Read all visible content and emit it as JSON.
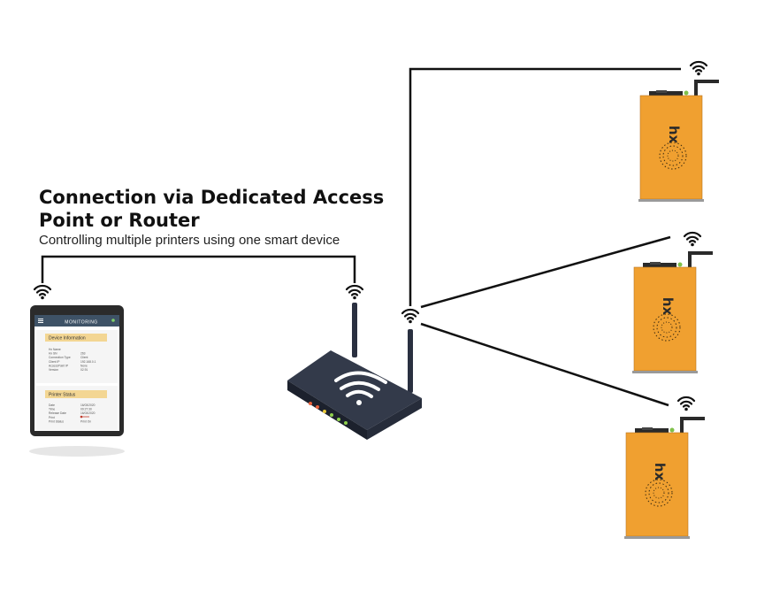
{
  "heading": {
    "title": "Connection via Dedicated Access Point or Router",
    "subtitle": "Controlling multiple printers using one smart device"
  },
  "tablet": {
    "header": "MONITORING",
    "device_section": "Device Information",
    "device_rows": [
      {
        "label": "Hx Name",
        "value": ""
      },
      {
        "label": "Hx SN",
        "value": "263"
      },
      {
        "label": "Connection Type",
        "value": "Client"
      },
      {
        "label": "Client IP",
        "value": "192.168.0.1"
      },
      {
        "label": "AccessPoint IP",
        "value": "None"
      },
      {
        "label": "Version",
        "value": "02.91"
      }
    ],
    "status_section": "Printer Status",
    "status_rows": [
      {
        "label": "Date",
        "value": "16/03/2020"
      },
      {
        "label": "Time",
        "value": "09:27:30"
      },
      {
        "label": "Release Date",
        "value": "16/03/2020"
      },
      {
        "label": "Print",
        "value": ""
      },
      {
        "label": "Print Status",
        "value": "Print On"
      }
    ]
  },
  "printer_logo": "hx",
  "colors": {
    "printer_orange": "#f0a030",
    "router_dark": "#2a3040",
    "tablet_header": "#3e5266",
    "section_yellow": "#f3d693",
    "line": "#111111"
  }
}
